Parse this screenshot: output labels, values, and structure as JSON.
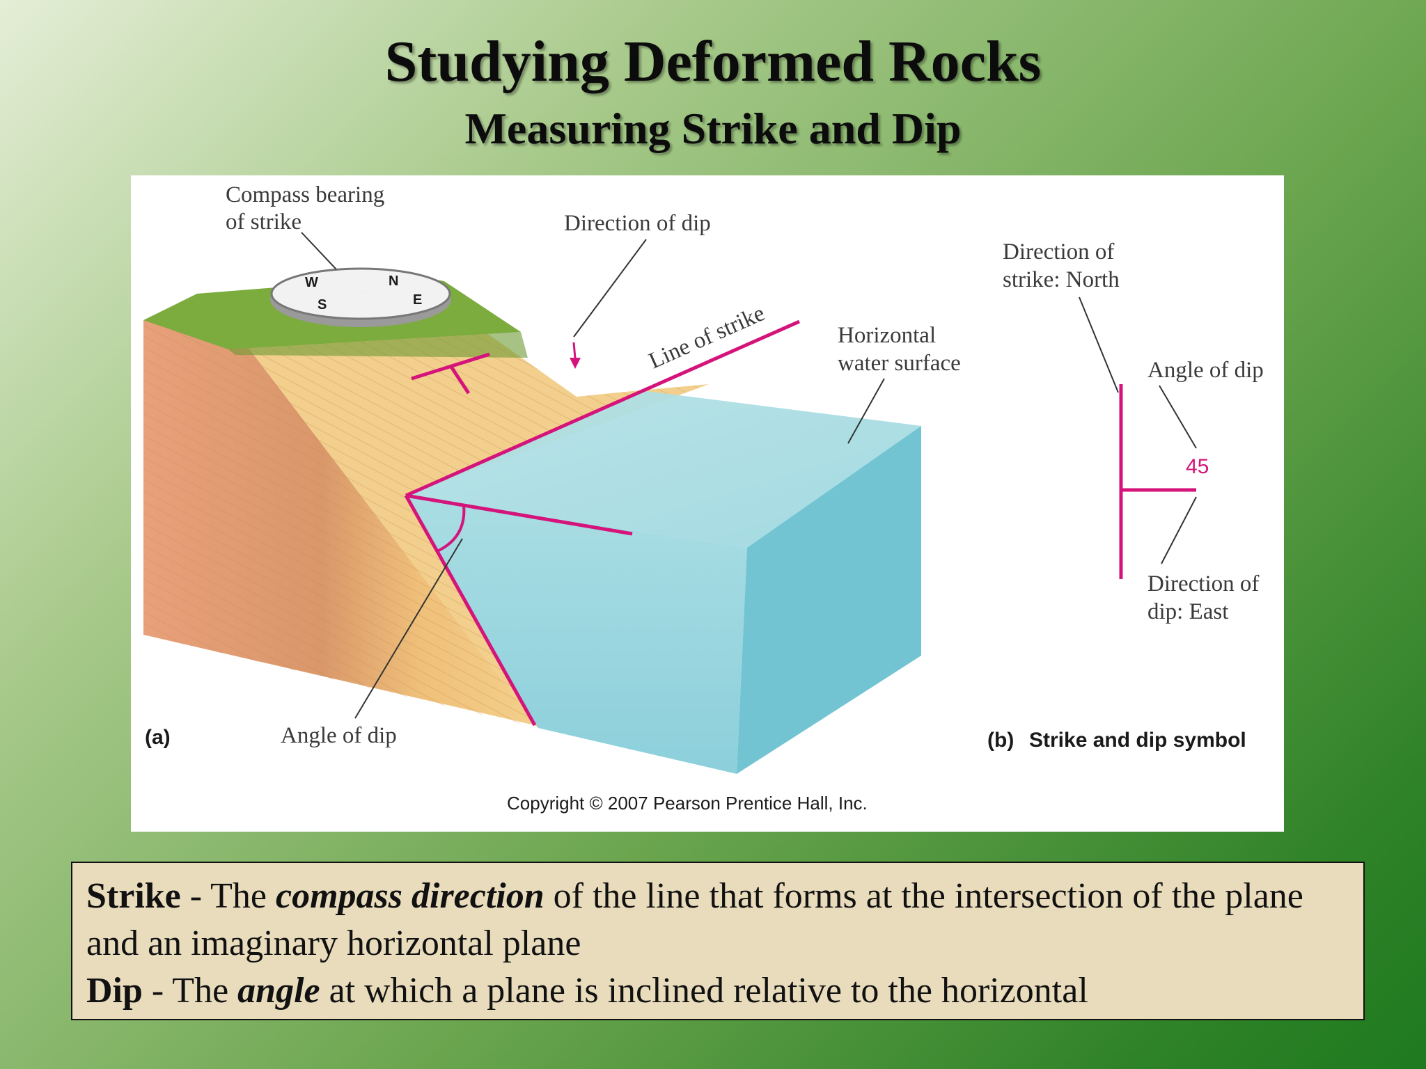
{
  "title": "Studying Deformed Rocks",
  "subtitle": "Measuring Strike and Dip",
  "figure": {
    "label_a": "(a)",
    "label_b_letter": "(b)",
    "label_b_text": "Strike and dip symbol",
    "compass_bearing_line1": "Compass bearing",
    "compass_bearing_line2": "of strike",
    "direction_of_dip": "Direction of dip",
    "line_of_strike": "Line of strike",
    "horizontal_water_line1": "Horizontal",
    "horizontal_water_line2": "water surface",
    "angle_of_dip_a": "Angle of dip",
    "direction_of_strike_line1": "Direction of",
    "direction_of_strike_line2": "strike: North",
    "angle_of_dip_b": "Angle of dip",
    "dip_value": "45",
    "direction_of_dip_b_line1": "Direction of",
    "direction_of_dip_b_line2": "dip: East",
    "compass_letters": {
      "n": "N",
      "s": "S",
      "e": "E",
      "w": "W"
    },
    "copyright": "Copyright © 2007 Pearson Prentice Hall, Inc."
  },
  "definitions": {
    "strike_term": "Strike",
    "strike_sep": " - The ",
    "strike_emph": "compass direction",
    "strike_rest": " of the line that forms at the intersection of the plane and an imaginary horizontal plane",
    "dip_term": "Dip",
    "dip_sep": " - The ",
    "dip_emph": "angle",
    "dip_rest": " at which a plane is inclined relative to the horizontal"
  },
  "colors": {
    "magenta": "#d4147a",
    "water": "#8fd3de",
    "rock": "#e8b468",
    "grass": "#7cab3e",
    "box_bg": "#e9dcbc"
  }
}
